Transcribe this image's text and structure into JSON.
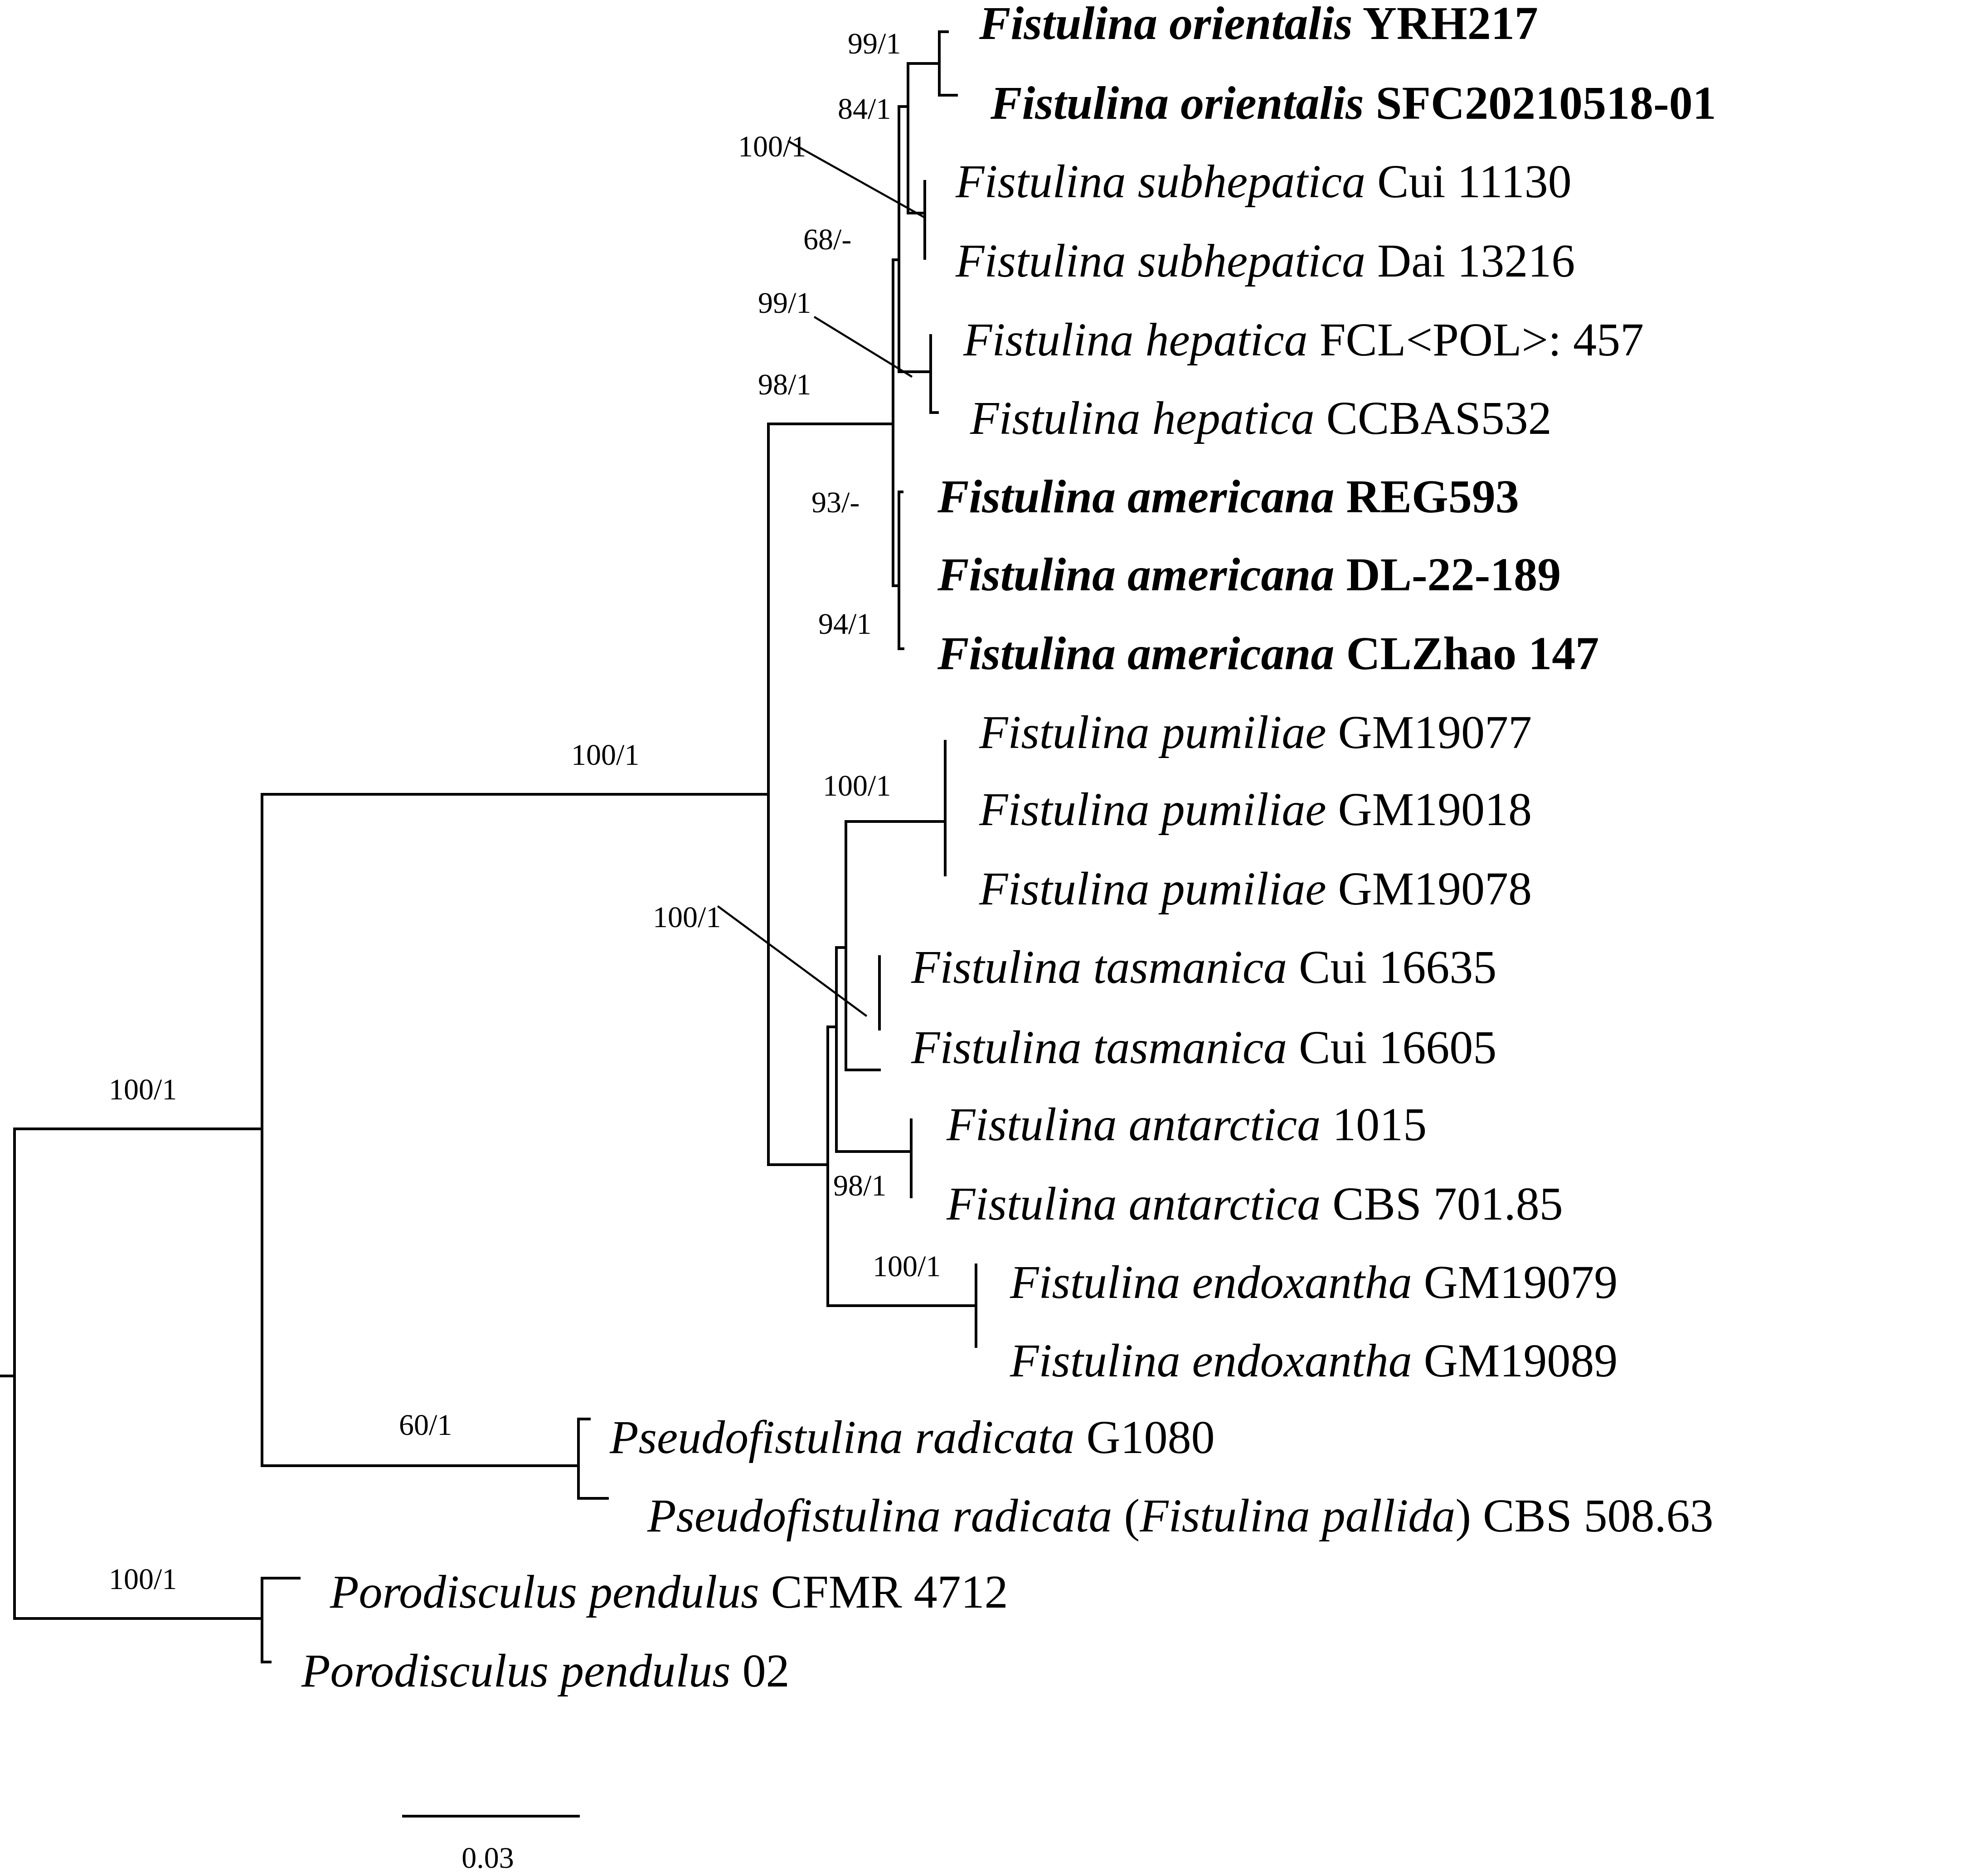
{
  "tree": {
    "taxa": [
      {
        "id": "t1",
        "genus": "Fistulina",
        "species": "orientalis",
        "voucher": "YRH217",
        "bold": true
      },
      {
        "id": "t2",
        "genus": "Fistulina",
        "species": "orientalis",
        "voucher": "SFC20210518-01",
        "bold": true
      },
      {
        "id": "t3",
        "genus": "Fistulina",
        "species": "subhepatica",
        "voucher": "Cui 11130",
        "bold": false
      },
      {
        "id": "t4",
        "genus": "Fistulina",
        "species": "subhepatica",
        "voucher": "Dai 13216",
        "bold": false
      },
      {
        "id": "t5",
        "genus": "Fistulina",
        "species": "hepatica",
        "voucher": "FCL<POL>: 457",
        "bold": false
      },
      {
        "id": "t6",
        "genus": "Fistulina",
        "species": "hepatica",
        "voucher": "CCBAS532",
        "bold": false
      },
      {
        "id": "t7",
        "genus": "Fistulina",
        "species": "americana",
        "voucher": "REG593",
        "bold": true
      },
      {
        "id": "t8",
        "genus": "Fistulina",
        "species": "americana",
        "voucher": "DL-22-189",
        "bold": true
      },
      {
        "id": "t9",
        "genus": "Fistulina",
        "species": "americana",
        "voucher": "CLZhao 147",
        "bold": true
      },
      {
        "id": "t10",
        "genus": "Fistulina",
        "species": "pumiliae",
        "voucher": "GM19077",
        "bold": false
      },
      {
        "id": "t11",
        "genus": "Fistulina",
        "species": "pumiliae",
        "voucher": "GM19018",
        "bold": false
      },
      {
        "id": "t12",
        "genus": "Fistulina",
        "species": "pumiliae",
        "voucher": "GM19078",
        "bold": false
      },
      {
        "id": "t13",
        "genus": "Fistulina",
        "species": "tasmanica",
        "voucher": "Cui 16635",
        "bold": false
      },
      {
        "id": "t14",
        "genus": "Fistulina",
        "species": "tasmanica",
        "voucher": "Cui 16605",
        "bold": false
      },
      {
        "id": "t15",
        "genus": "Fistulina",
        "species": "antarctica",
        "voucher": "1015",
        "bold": false
      },
      {
        "id": "t16",
        "genus": "Fistulina",
        "species": "antarctica",
        "voucher": "CBS 701.85",
        "bold": false
      },
      {
        "id": "t17",
        "genus": "Fistulina",
        "species": "endoxantha",
        "voucher": "GM19079",
        "bold": false
      },
      {
        "id": "t18",
        "genus": "Fistulina",
        "species": "endoxantha",
        "voucher": "GM19089",
        "bold": false
      },
      {
        "id": "t19",
        "genus": "Pseudofistulina",
        "species": "radicata",
        "voucher": "G1080",
        "bold": false
      },
      {
        "id": "t20",
        "genus": "Pseudofistulina",
        "species": "radicata",
        "synonym": "Fistulina pallida",
        "voucher": "CBS 508.63",
        "bold": false
      },
      {
        "id": "t21",
        "genus": "Porodisculus",
        "species": "pendulus",
        "voucher": "CFMR 4712",
        "bold": false
      },
      {
        "id": "t22",
        "genus": "Porodisculus",
        "species": "pendulus",
        "voucher": "02",
        "bold": false
      }
    ],
    "supports": [
      {
        "id": "s1",
        "node": "orientalis-tip-1",
        "value": "99/1"
      },
      {
        "id": "s2",
        "node": "orientalis-tip-2",
        "value": "84/1"
      },
      {
        "id": "s3",
        "node": "subhepatica",
        "value": "100/1"
      },
      {
        "id": "s4",
        "node": "northern-group",
        "value": "68/-"
      },
      {
        "id": "s5",
        "node": "hepatica",
        "value": "99/1"
      },
      {
        "id": "s6",
        "node": "northern-clade",
        "value": "98/1"
      },
      {
        "id": "s7",
        "node": "americana-upper",
        "value": "93/-"
      },
      {
        "id": "s8",
        "node": "americana-lower",
        "value": "94/1"
      },
      {
        "id": "s9",
        "node": "fistulina",
        "value": "100/1"
      },
      {
        "id": "s10",
        "node": "pumiliae",
        "value": "100/1"
      },
      {
        "id": "s11",
        "node": "tasmanica",
        "value": "100/1"
      },
      {
        "id": "s12",
        "node": "antarctica",
        "value": "98/1"
      },
      {
        "id": "s13",
        "node": "endoxantha",
        "value": "100/1"
      },
      {
        "id": "s14",
        "node": "fistulinaceae",
        "value": "100/1"
      },
      {
        "id": "s15",
        "node": "pseudofistulina",
        "value": "60/1"
      },
      {
        "id": "s16",
        "node": "porodisculus",
        "value": "100/1"
      }
    ],
    "scale_bar": {
      "length": 0.03,
      "label": "0.03"
    }
  }
}
